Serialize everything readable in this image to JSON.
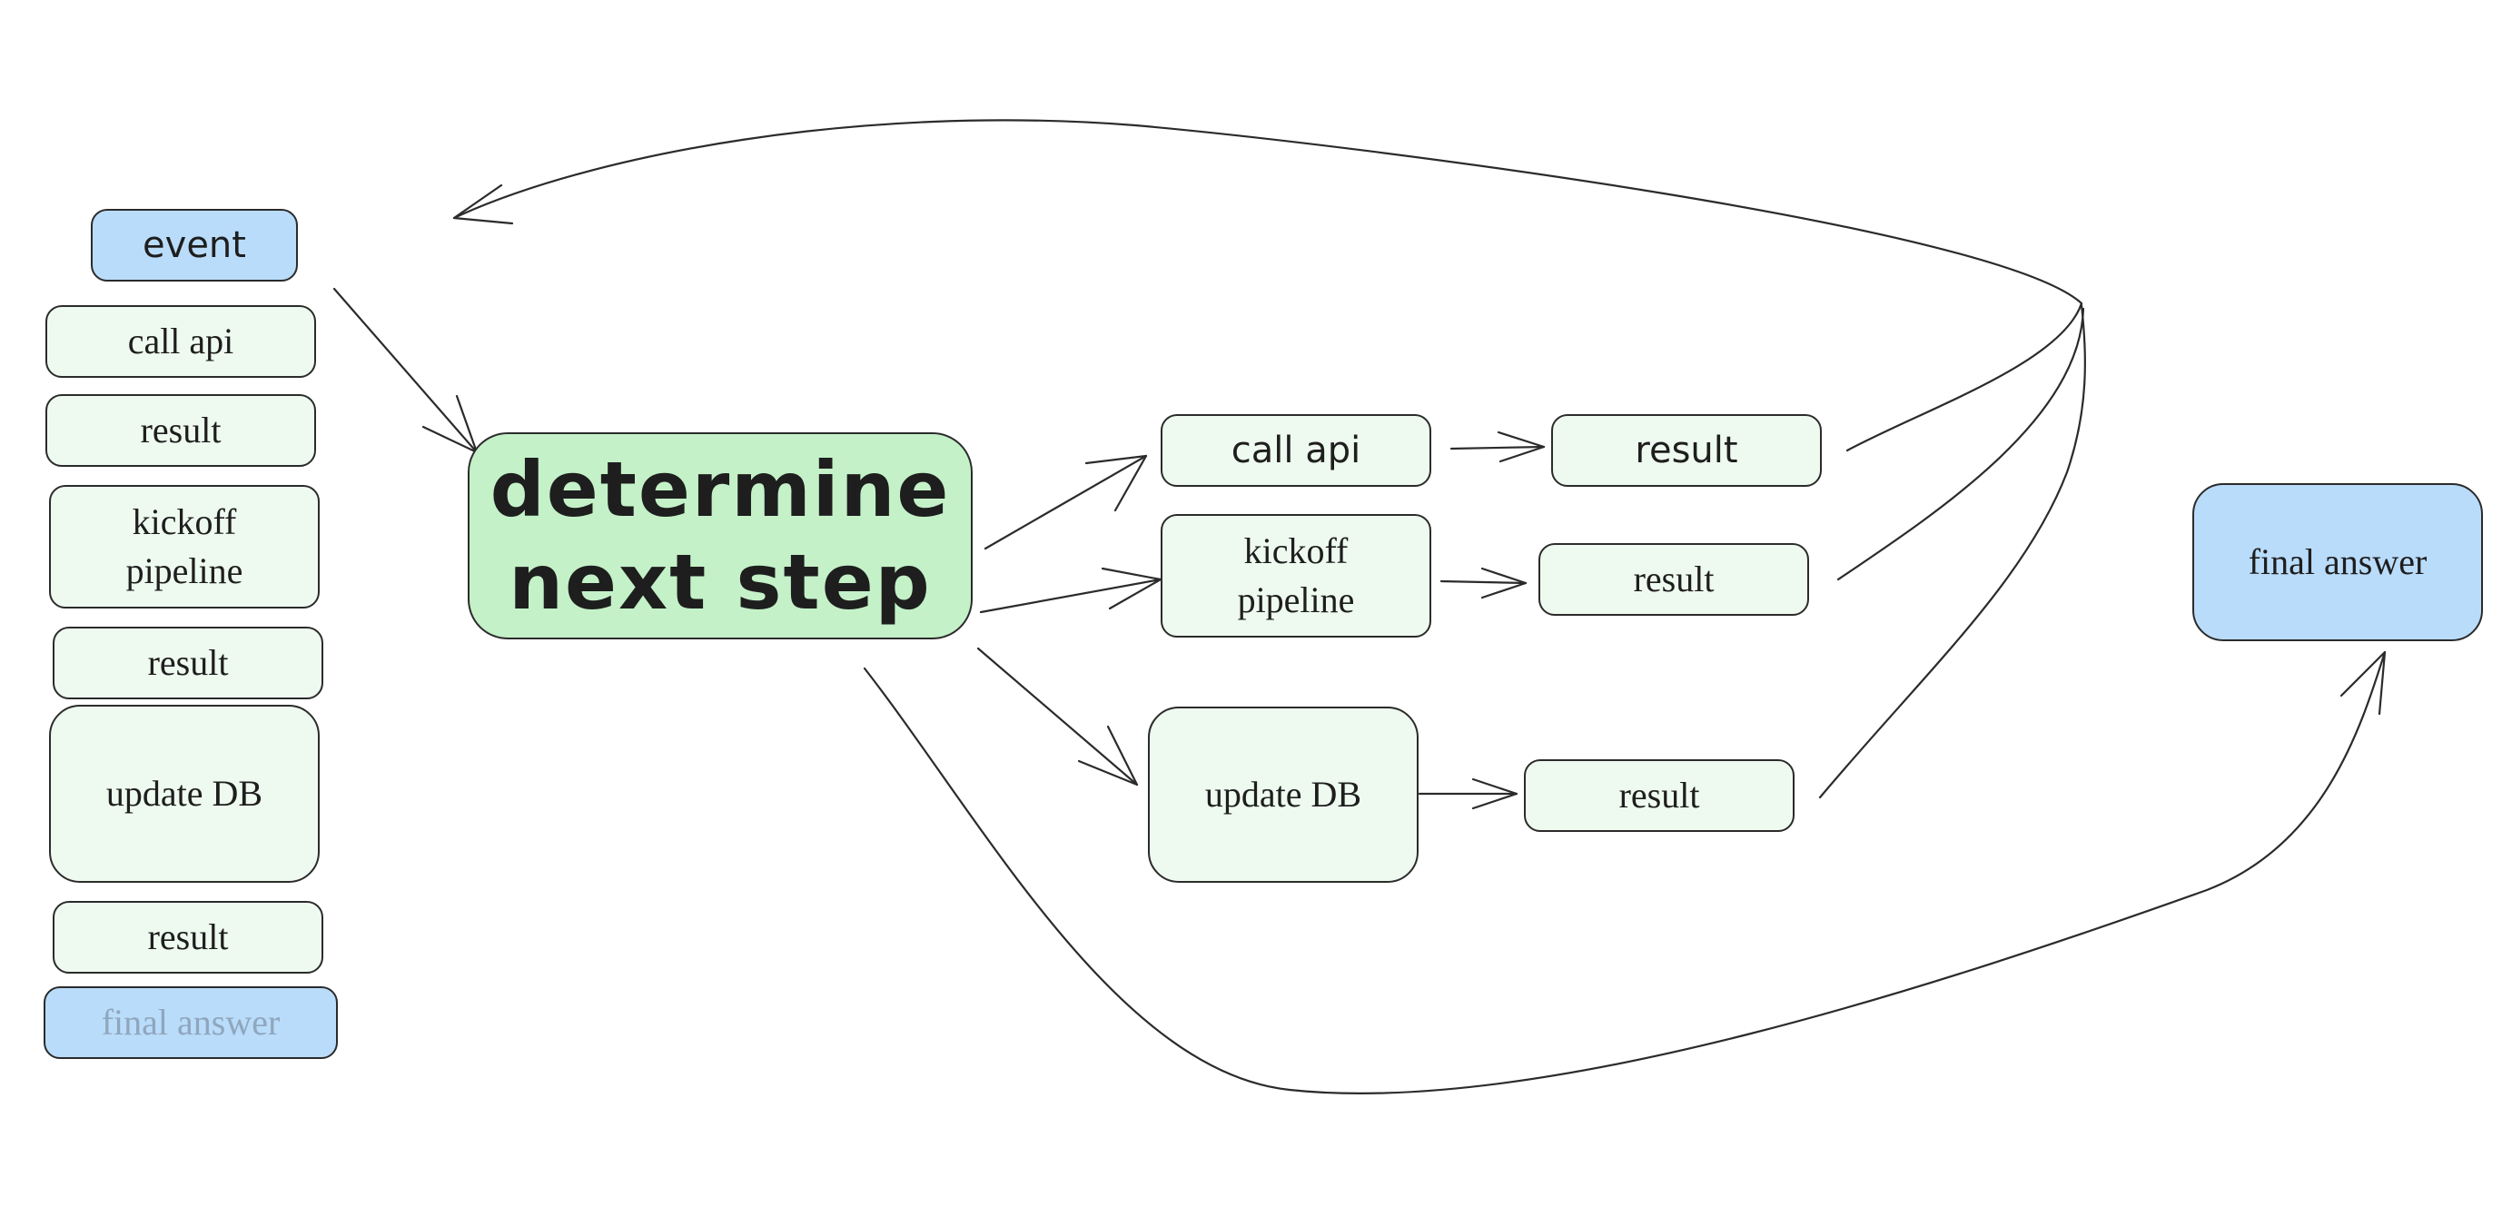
{
  "diagram": {
    "left_stack": [
      {
        "id": "ls-event",
        "label": "event",
        "style": "blue-hand"
      },
      {
        "id": "ls-call-api",
        "label": "call api",
        "style": "green"
      },
      {
        "id": "ls-result-1",
        "label": "result",
        "style": "green"
      },
      {
        "id": "ls-kickoff",
        "label": "kickoff\npipeline",
        "style": "green"
      },
      {
        "id": "ls-result-2",
        "label": "result",
        "style": "green"
      },
      {
        "id": "ls-update-db",
        "label": "update DB",
        "style": "green"
      },
      {
        "id": "ls-result-3",
        "label": "result",
        "style": "green"
      },
      {
        "id": "ls-final",
        "label": "final answer",
        "style": "blue-faded"
      }
    ],
    "main_node": {
      "label": "determine\nnext step"
    },
    "branches": [
      {
        "action": "call api",
        "result": "result"
      },
      {
        "action": "kickoff\npipeline",
        "result": "result"
      },
      {
        "action": "update DB",
        "result": "result"
      }
    ],
    "final_node": {
      "label": "final answer"
    },
    "colors": {
      "stroke": "#2b2b2b",
      "main_fill": "#c4f1c8",
      "box_fill": "#eefaef",
      "blue_fill": "#b9dcfa",
      "faded_text": "#8fa6bd"
    }
  }
}
